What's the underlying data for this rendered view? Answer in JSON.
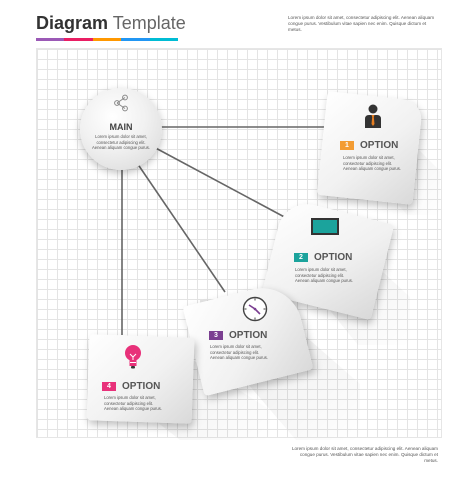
{
  "header": {
    "title_bold": "Diagram",
    "title_light": "Template",
    "description": "Lorem ipsum dolor sit amet, consectetur adipiscing elit. Aenean aliquam congue purus. Vestibulum vitae sapien nec enim. Quisque dictum et metus.",
    "accent_colors": [
      "#9b59b6",
      "#e91e63",
      "#ff9800",
      "#2196f3",
      "#00bcd4"
    ]
  },
  "main": {
    "label": "MAIN",
    "icon": "share-icon",
    "description": "Lorem ipsum dolor sit amet, consectetur adipiscing elit. Aenean aliquam congue purus."
  },
  "options": [
    {
      "number": "1",
      "label": "OPTION",
      "icon": "businessman-icon",
      "color": "#f39c33",
      "description": "Lorem ipsum dolor sit amet, consectetur adipiscing elit. Aenean aliquam congue purus."
    },
    {
      "number": "2",
      "label": "OPTION",
      "icon": "laptop-icon",
      "color": "#1ba39c",
      "description": "Lorem ipsum dolor sit amet, consectetur adipiscing elit. Aenean aliquam congue purus."
    },
    {
      "number": "3",
      "label": "OPTION",
      "icon": "clock-icon",
      "color": "#7b3f91",
      "description": "Lorem ipsum dolor sit amet, consectetur adipiscing elit. Aenean aliquam congue purus."
    },
    {
      "number": "4",
      "label": "OPTION",
      "icon": "lightbulb-icon",
      "color": "#e8317a",
      "description": "Lorem ipsum dolor sit amet, consectetur adipiscing elit. Aenean aliquam congue purus."
    }
  ],
  "footer": {
    "description": "Lorem ipsum dolor sit amet, consectetur adipiscing elit. Aenean aliquam congue purus. Vestibulum vitae sapien nec enim. Quisque dictum et metus."
  }
}
